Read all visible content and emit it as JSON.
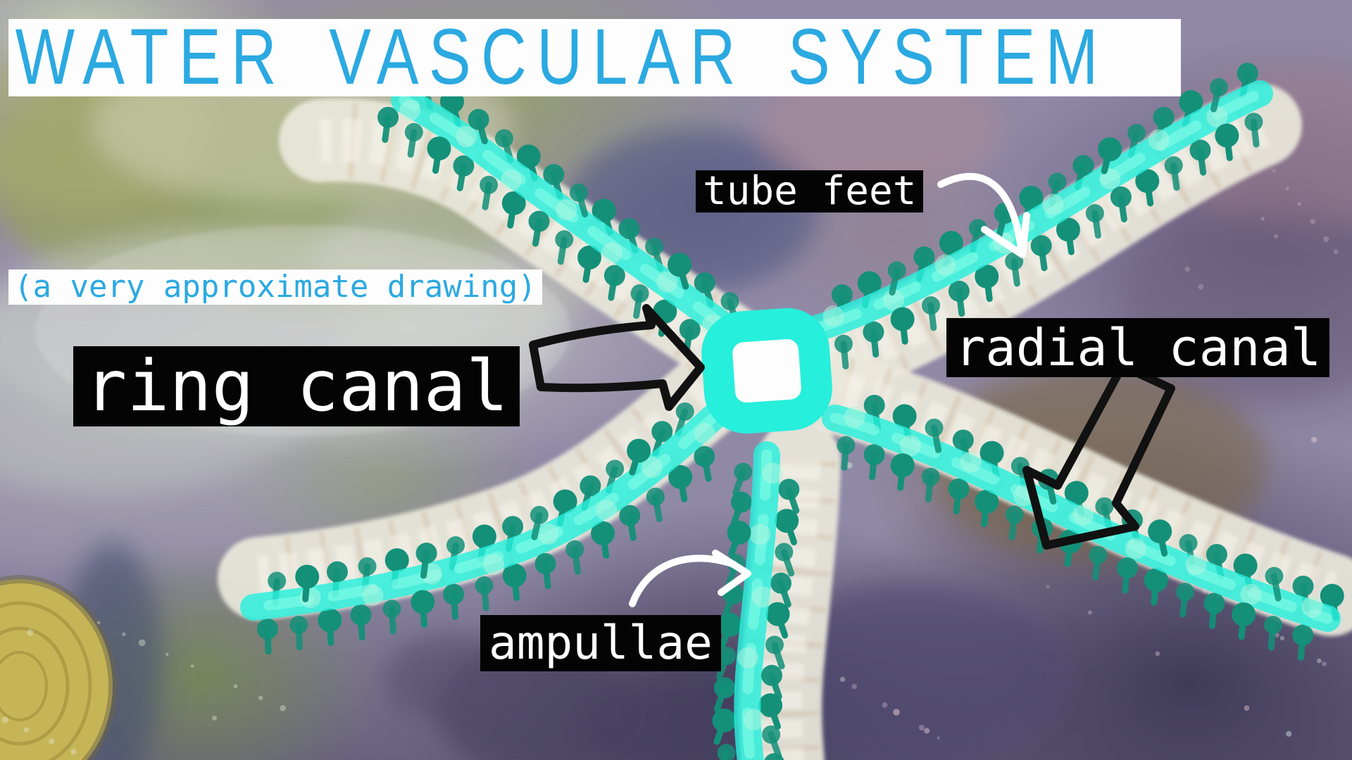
{
  "title": {
    "text": "WATER VASCULAR SYSTEM"
  },
  "subtitle": {
    "text": "(a very approximate drawing)"
  },
  "labels": {
    "tube_feet": "tube feet",
    "ring_canal": "ring canal",
    "radial_canal": "radial canal",
    "ampullae": "ampullae"
  },
  "colors": {
    "title_blue": "#2ba9e1",
    "banner_bg": "#fdfdfd",
    "label_bg": "#040404",
    "label_text": "#ffffff",
    "canal_cyan": "#26efdc",
    "canal_cyan_light": "#8bffe9",
    "ampullae_teal": "#149079",
    "mint": "#b7f6e0",
    "arrow_black": "#111111",
    "arrow_white": "#ffffff"
  }
}
